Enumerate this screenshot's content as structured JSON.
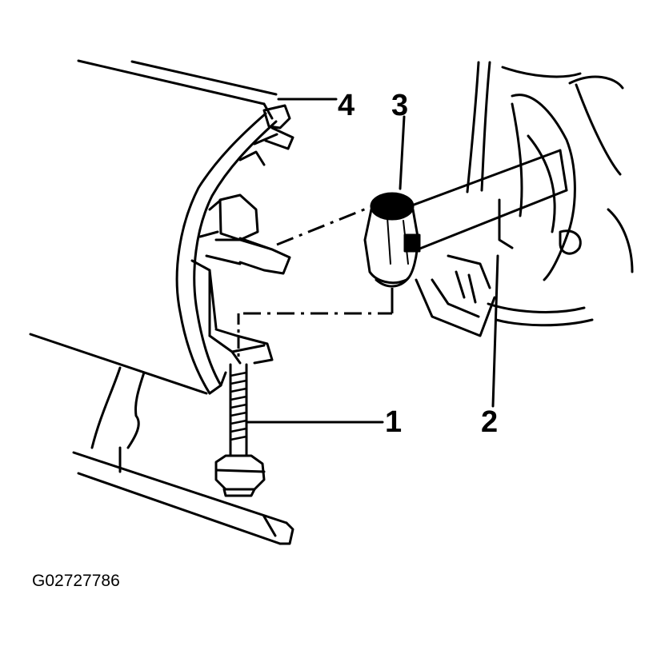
{
  "diagram": {
    "callouts": {
      "bolt": "1",
      "frame_rail": "2",
      "bushing": "3",
      "bracket": "4"
    },
    "figure_id": "G02727786"
  },
  "colors": {
    "ink": "#000000",
    "background": "#ffffff"
  }
}
